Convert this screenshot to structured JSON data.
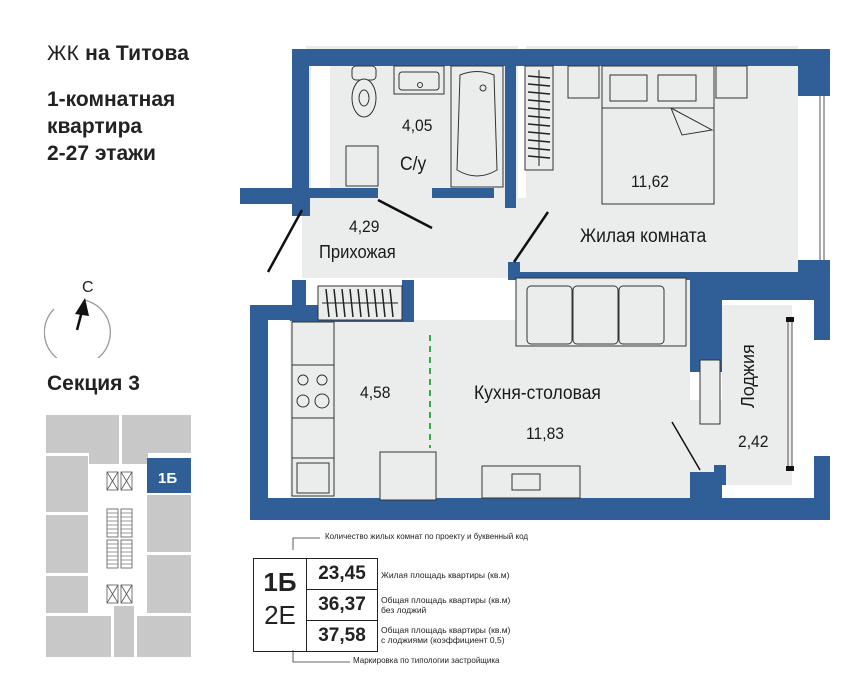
{
  "header": {
    "complex_prefix": "ЖК",
    "complex_name": "на Титова",
    "apartment_type_line1": "1-комнатная",
    "apartment_type_line2": "квартира",
    "floors": "2-27 этажи"
  },
  "compass": {
    "north_label": "С",
    "icon": "north-arrow-icon"
  },
  "section": {
    "title": "Секция 3",
    "highlighted_unit": "1Б"
  },
  "colors": {
    "wall": "#2f5f96",
    "floor": "#ebeded",
    "minimap_unit": "#c8c8c8",
    "highlight": "#2f5f96",
    "kitchen_divider": "#3aa84a"
  },
  "rooms": [
    {
      "id": "bathroom",
      "area": "4,05",
      "name": "С/у"
    },
    {
      "id": "hallway",
      "area": "4,29",
      "name": "Прихожая"
    },
    {
      "id": "living-room",
      "area": "11,62",
      "name": "Жилая комната"
    },
    {
      "id": "kitchen-zone",
      "area": "4,58",
      "name": ""
    },
    {
      "id": "kitchen-dining",
      "area": "11,83",
      "name": "Кухня-столовая"
    },
    {
      "id": "loggia",
      "area": "2,42",
      "name": "Лоджия"
    }
  ],
  "legend": {
    "top_note": "Количество жилых комнат по проекту и буквенный код",
    "code": "1Б",
    "developer_code": "2Е",
    "living_area": "23,45",
    "living_area_label": "Жилая площадь квартиры (кв.м)",
    "total_area_no_loggia": "36,37",
    "total_area_no_loggia_label_1": "Общая площадь квартиры (кв.м)",
    "total_area_no_loggia_label_2": "без лоджий",
    "total_area_with_loggia": "37,58",
    "total_area_with_loggia_label_1": "Общая площадь квартиры (кв.м)",
    "total_area_with_loggia_label_2": "с лоджиями (коэффициент 0,5)",
    "bottom_note": "Маркировка по типологии застройщика"
  }
}
